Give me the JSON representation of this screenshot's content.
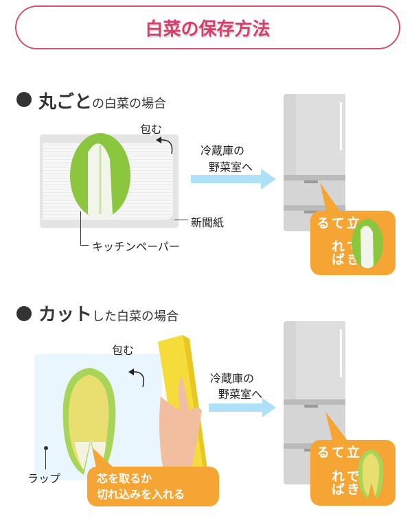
{
  "title": "白菜の保存方法",
  "colors": {
    "accent": "#d63f6c",
    "orange": "#f5a533",
    "arrow": "#aee0f8"
  },
  "whole": {
    "heading_bold": "丸ごと",
    "heading_rest": "の白菜の場合",
    "wrap_label": "包む",
    "fridge_label_1": "冷蔵庫の",
    "fridge_label_2": "野菜室へ",
    "newspaper_label": "新聞紙",
    "kitchen_paper_label": "キッチンペーパー",
    "bubble_col1": "できれば",
    "bubble_col2": "立てる"
  },
  "cut": {
    "heading_bold": "カット",
    "heading_rest": "した白菜の場合",
    "wrap_label": "包む",
    "fridge_label_1": "冷蔵庫の",
    "fridge_label_2": "野菜室へ",
    "wrap_film_label": "ラップ",
    "tip_line1": "芯を取るか",
    "tip_line2": "切れ込みを入れる",
    "bubble_col1": "できれば",
    "bubble_col2": "立てる"
  }
}
